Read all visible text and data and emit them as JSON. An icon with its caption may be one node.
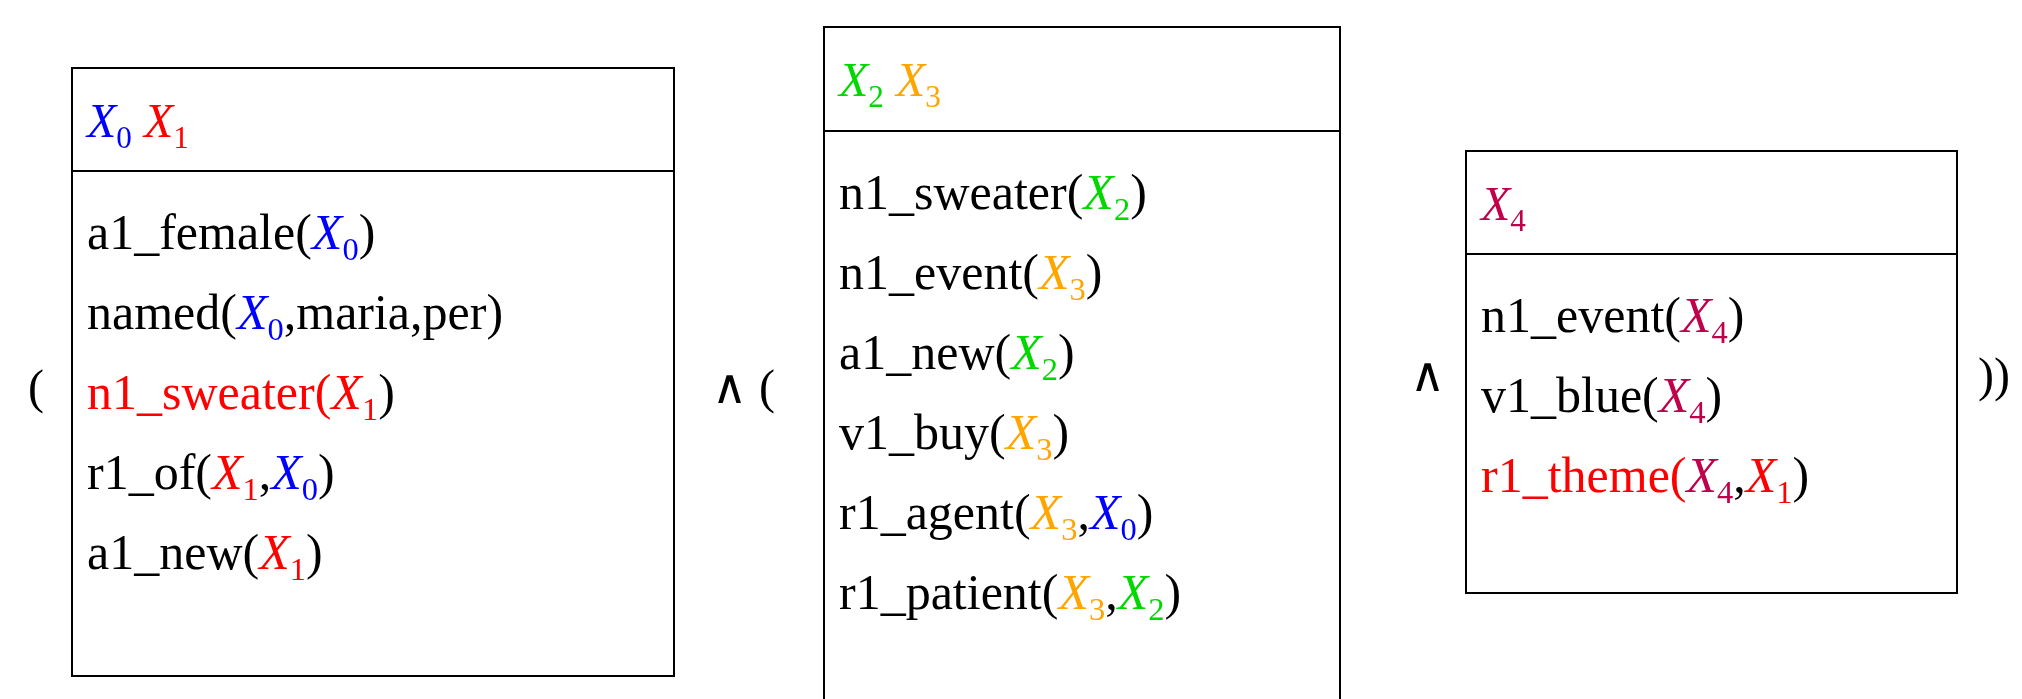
{
  "diagram": {
    "nodes": [
      {
        "text": [
          "*X*$_{0}$ *X*$_{1}$",
          "a1_female(*X*$_{0}$)",
          "named(*X*$_{0}$,maria,per)",
          "n1_sweater(*X*$_{1}$)",
          "r1_of(*X*$_{1}$,*X*$_{0}$)",
          "a1_new(*X*$_{1}$)"
        ]
      },
      {
        "text": [
          "*X*$_{2}$ *X*$_{3}$",
          "n1_sweater(*X*$_{2}$)",
          "n1_event(*X*$_{3}$)",
          "a1_new(*X*$_{2}$)",
          "v1_buy(*X*$_{3}$)",
          "r1_agent(*X*$_{3}$,*X*$_{0}$)",
          "r1_patient(*X*$_{3}$,*X*$_{2}$)"
        ]
      },
      {
        "text": [
          "*X*$_{4}$",
          "n1_event(*X*$_{4}$)",
          "v1_blue(*X*$_{4}$)",
          "r1_theme(*X*$_{4}$,*X*$_{1}$)"
        ]
      }
    ],
    "labels": [
      "(",
      "∧ (",
      "∧",
      "))"
    ]
  }
}
